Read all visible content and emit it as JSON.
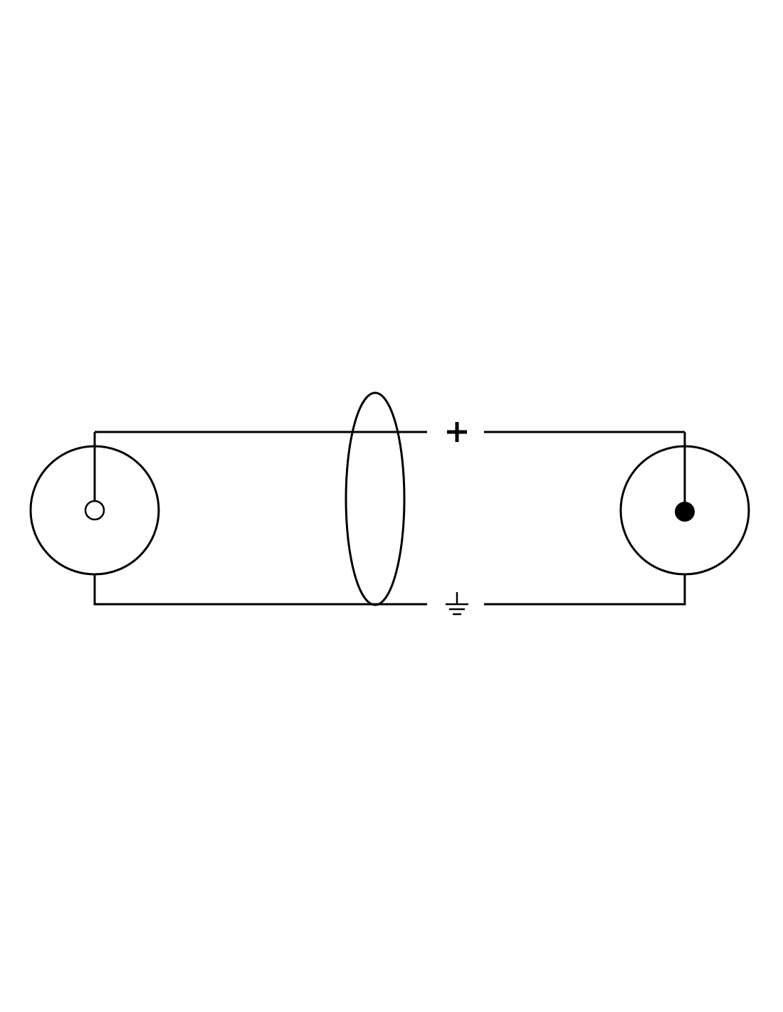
{
  "diagram": {
    "type": "coaxial-cable-wiring",
    "colors": {
      "line": "#000000",
      "background": "#ffffff"
    },
    "connectors": [
      {
        "side": "left",
        "icon": "rca-connector-icon",
        "pin_style": "open"
      },
      {
        "side": "right",
        "icon": "rca-connector-icon",
        "pin_style": "filled"
      }
    ],
    "conductors": [
      {
        "role": "signal",
        "symbol_icon": "plus-icon"
      },
      {
        "role": "ground",
        "symbol_icon": "ground-icon"
      }
    ],
    "shield_icon": "cable-bundle-ellipse-icon"
  }
}
